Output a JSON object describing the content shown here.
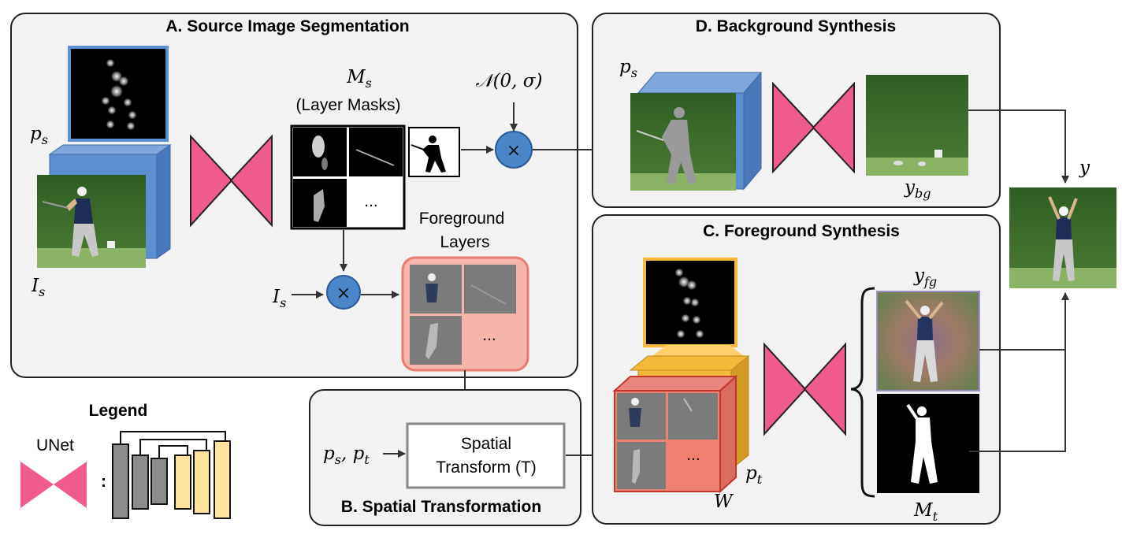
{
  "panels": {
    "a_title": "A. Source Image Segmentation",
    "b_title": "B. Spatial Transformation",
    "c_title": "C. Foreground Synthesis",
    "d_title": "D. Background Synthesis"
  },
  "labels": {
    "p_s_a": "p",
    "p_s_a_sub": "s",
    "i_s_a": "I",
    "i_s_a_sub": "s",
    "m_s": "M",
    "m_s_sub": "s",
    "layer_masks": "(Layer Masks)",
    "noise": "𝒩(0, σ)",
    "times": "×",
    "i_s_mult": "I",
    "i_s_mult_sub": "s",
    "fg_layers_line1": "Foreground",
    "fg_layers_line2": "Layers",
    "ellipsis": "...",
    "p_s_d": "p",
    "p_s_d_sub": "s",
    "y_bg": "y",
    "y_bg_sub": "bg",
    "y_out": "y",
    "p_s_p_t": "p",
    "p_s_p_t_sub1": "s",
    "p_s_p_t_comma": ", p",
    "p_s_p_t_sub2": "t",
    "spatial_line1": "Spatial",
    "spatial_line2": "Transform (T)",
    "w": "W",
    "p_t": "p",
    "p_t_sub": "t",
    "y_fg": "y",
    "y_fg_sub": "fg",
    "m_t": "M",
    "m_t_sub": "t"
  },
  "legend": {
    "title": "Legend",
    "unet": "UNet",
    "colon": ":"
  },
  "colors": {
    "unet_pink": "#ee5b8c",
    "pose_blue": "#5b8fd0",
    "mult_blue": "#4a86c8",
    "fg_layers_fill": "#f6b5aa",
    "fg_layers_stroke": "#e87c70",
    "pose_orange": "#f5b93a",
    "enc_gray": "#8c8c8c",
    "dec_yellow": "#ffe39a",
    "panel_fill": "#f2f2f2",
    "hedge_green": "#3b6a2c",
    "grass": "#8bb366"
  }
}
